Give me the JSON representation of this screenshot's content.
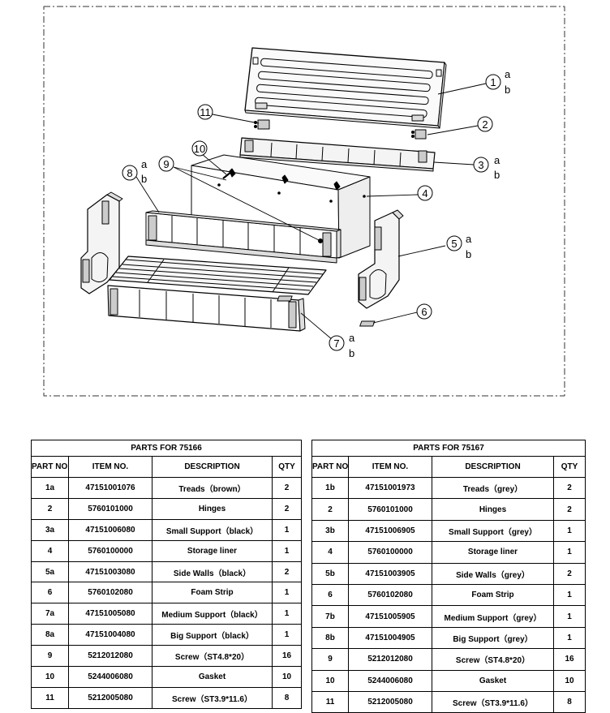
{
  "callouts": [
    {
      "num": "1",
      "sub": [
        "a",
        "b"
      ]
    },
    {
      "num": "2",
      "sub": []
    },
    {
      "num": "3",
      "sub": [
        "a",
        "b"
      ]
    },
    {
      "num": "4",
      "sub": []
    },
    {
      "num": "5",
      "sub": [
        "a",
        "b"
      ]
    },
    {
      "num": "6",
      "sub": []
    },
    {
      "num": "7",
      "sub": [
        "a",
        "b"
      ]
    },
    {
      "num": "8",
      "sub": [
        "a",
        "b"
      ]
    },
    {
      "num": "9",
      "sub": []
    },
    {
      "num": "10",
      "sub": []
    },
    {
      "num": "11",
      "sub": []
    }
  ],
  "tables": [
    {
      "title": "PARTS  FOR 75166",
      "headers": [
        "PART NO.",
        "ITEM NO.",
        "DESCRIPTION",
        "QTY"
      ],
      "rows": [
        [
          "1a",
          "47151001076",
          "Treads（brown）",
          "2"
        ],
        [
          "2",
          "5760101000",
          "Hinges",
          "2"
        ],
        [
          "3a",
          "47151006080",
          "Small Support（black）",
          "1"
        ],
        [
          "4",
          "5760100000",
          "Storage liner",
          "1"
        ],
        [
          "5a",
          "47151003080",
          "Side Walls（black）",
          "2"
        ],
        [
          "6",
          "5760102080",
          "Foam Strip",
          "1"
        ],
        [
          "7a",
          "47151005080",
          "Medium Support（black）",
          "1"
        ],
        [
          "8a",
          "47151004080",
          "Big Support（black）",
          "1"
        ],
        [
          "9",
          "5212012080",
          "Screw（ST4.8*20）",
          "16"
        ],
        [
          "10",
          "5244006080",
          "Gasket",
          "10"
        ],
        [
          "11",
          "5212005080",
          "Screw（ST3.9*11.6）",
          "8"
        ]
      ]
    },
    {
      "title": "PARTS  FOR 75167",
      "headers": [
        "PART NO",
        "ITEM NO.",
        "DESCRIPTION",
        "QTY"
      ],
      "rows": [
        [
          "1b",
          "47151001973",
          "Treads（grey）",
          "2"
        ],
        [
          "2",
          "5760101000",
          "Hinges",
          "2"
        ],
        [
          "3b",
          "47151006905",
          "Small Support（grey）",
          "1"
        ],
        [
          "4",
          "5760100000",
          "Storage liner",
          "1"
        ],
        [
          "5b",
          "47151003905",
          "Side Walls（grey）",
          "2"
        ],
        [
          "6",
          "5760102080",
          "Foam Strip",
          "1"
        ],
        [
          "7b",
          "47151005905",
          "Medium Support（grey）",
          "1"
        ],
        [
          "8b",
          "47151004905",
          "Big Support（grey）",
          "1"
        ],
        [
          "9",
          "5212012080",
          "Screw（ST4.8*20）",
          "16"
        ],
        [
          "10",
          "5244006080",
          "Gasket",
          "10"
        ],
        [
          "11",
          "5212005080",
          "Screw（ST3.9*11.6）",
          "8"
        ]
      ]
    }
  ]
}
